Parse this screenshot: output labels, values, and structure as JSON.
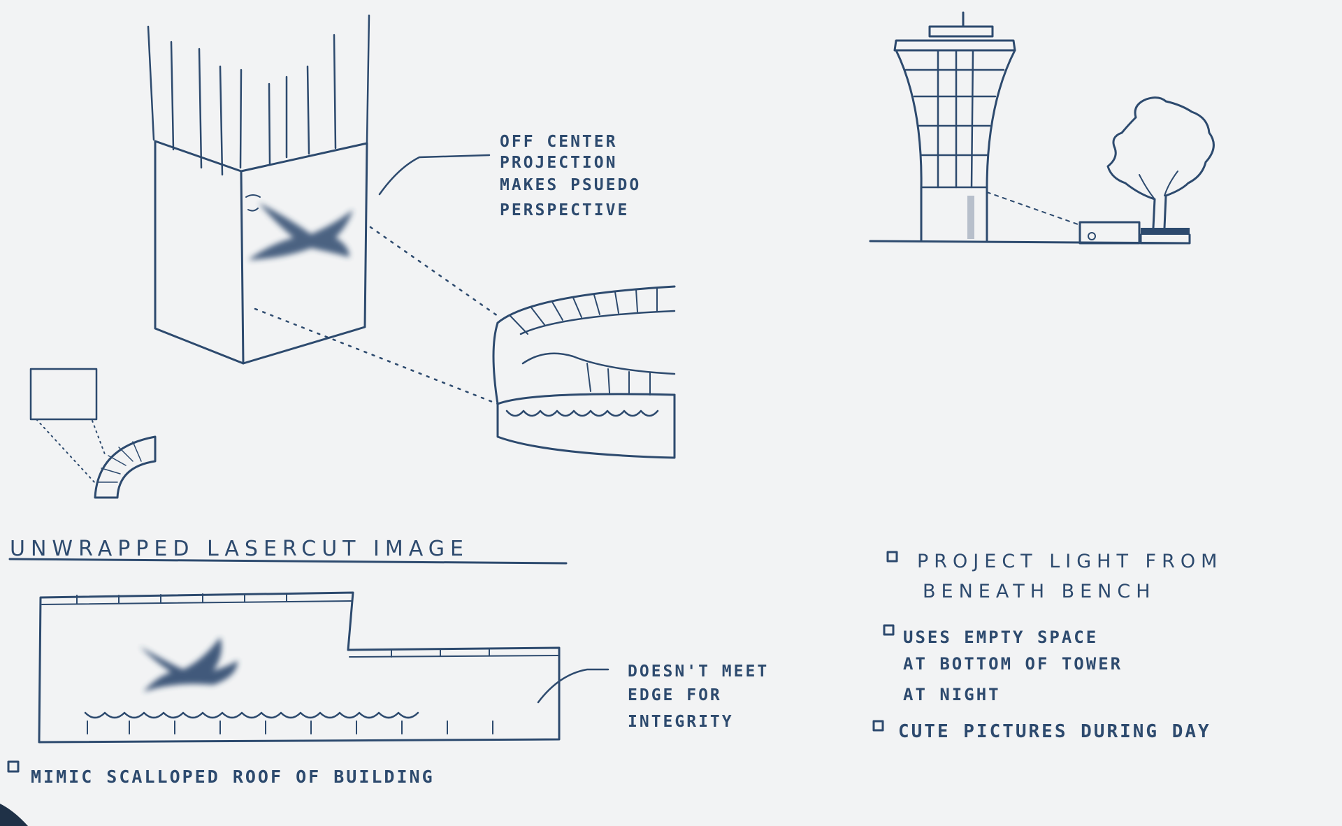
{
  "notes": {
    "projection": [
      "OFF CENTER",
      "PROJECTION",
      "MAKES PSUEDO",
      "PERSPECTIVE"
    ],
    "section_title": "UNWRAPPED LASERCUT IMAGE",
    "edge_note": [
      "DOESN'T MEET",
      "EDGE FOR",
      "INTEGRITY"
    ],
    "mimic_bullet": "MIMIC SCALLOPED ROOF OF BUILDING",
    "bullets": [
      [
        "PROJECT LIGHT FROM",
        "BENEATH BENCH"
      ],
      [
        "USES EMPTY SPACE",
        "AT BOTTOM OF TOWER",
        "AT NIGHT"
      ],
      [
        "CUTE PICTURES DURING DAY"
      ]
    ]
  },
  "colors": {
    "ink": "#2d4a6e",
    "paper": "#f2f3f4"
  },
  "icons": {
    "bullet": "square-bullet-icon",
    "airplane": "airplane-icon",
    "tree": "tree-icon"
  }
}
